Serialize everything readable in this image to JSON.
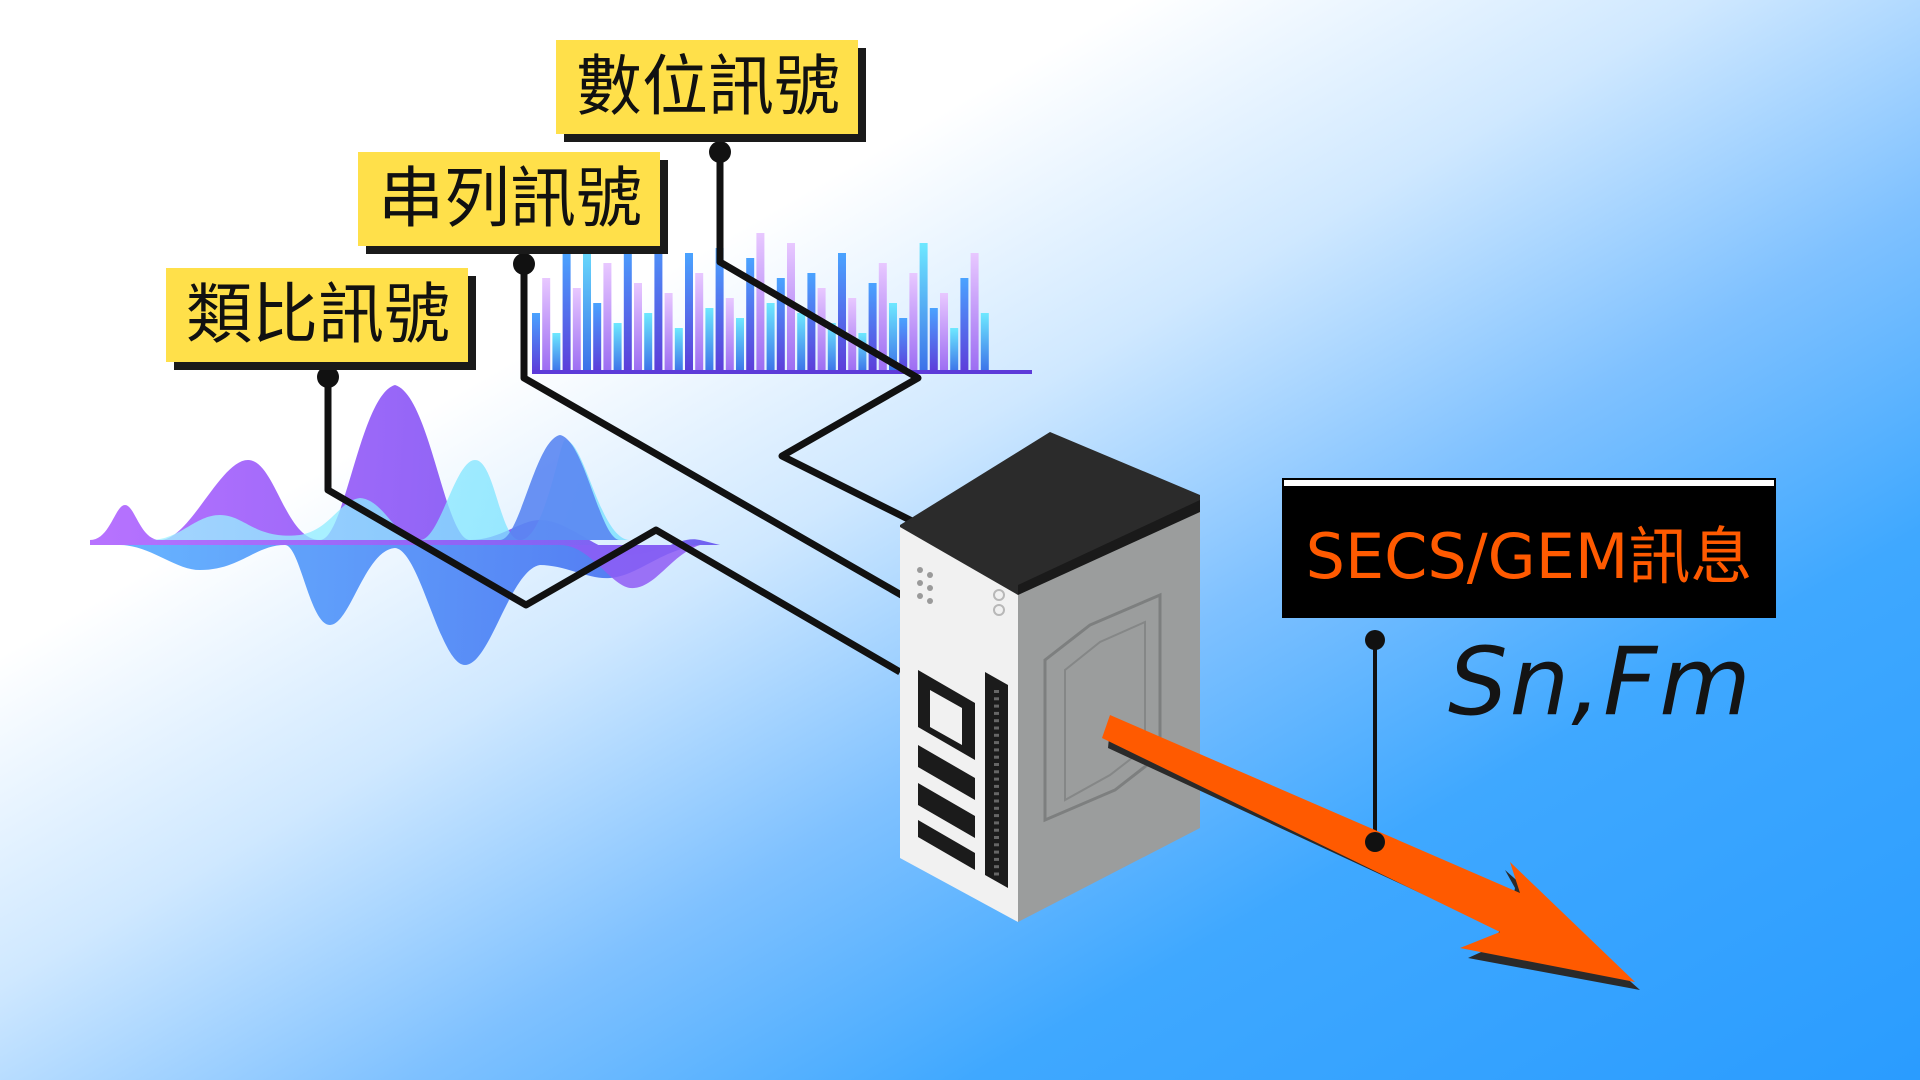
{
  "labels": {
    "digital": "數位訊號",
    "serial": "串列訊號",
    "analog": "類比訊號"
  },
  "message": {
    "box": "SECS/GEM訊息",
    "stream_function": "Sn,Fm"
  },
  "colors": {
    "label_bg": "#ffe04a",
    "secs_text": "#ff5a00",
    "arrow": "#ff5a00",
    "wave_purple": "#9a55f5",
    "wave_blue": "#4a7ff0",
    "wave_cyan": "#7ee9ff"
  },
  "icons": {
    "device": "gateway-device-icon",
    "analog_wave": "analog-wave-icon",
    "digital_bars": "digital-bars-icon"
  }
}
